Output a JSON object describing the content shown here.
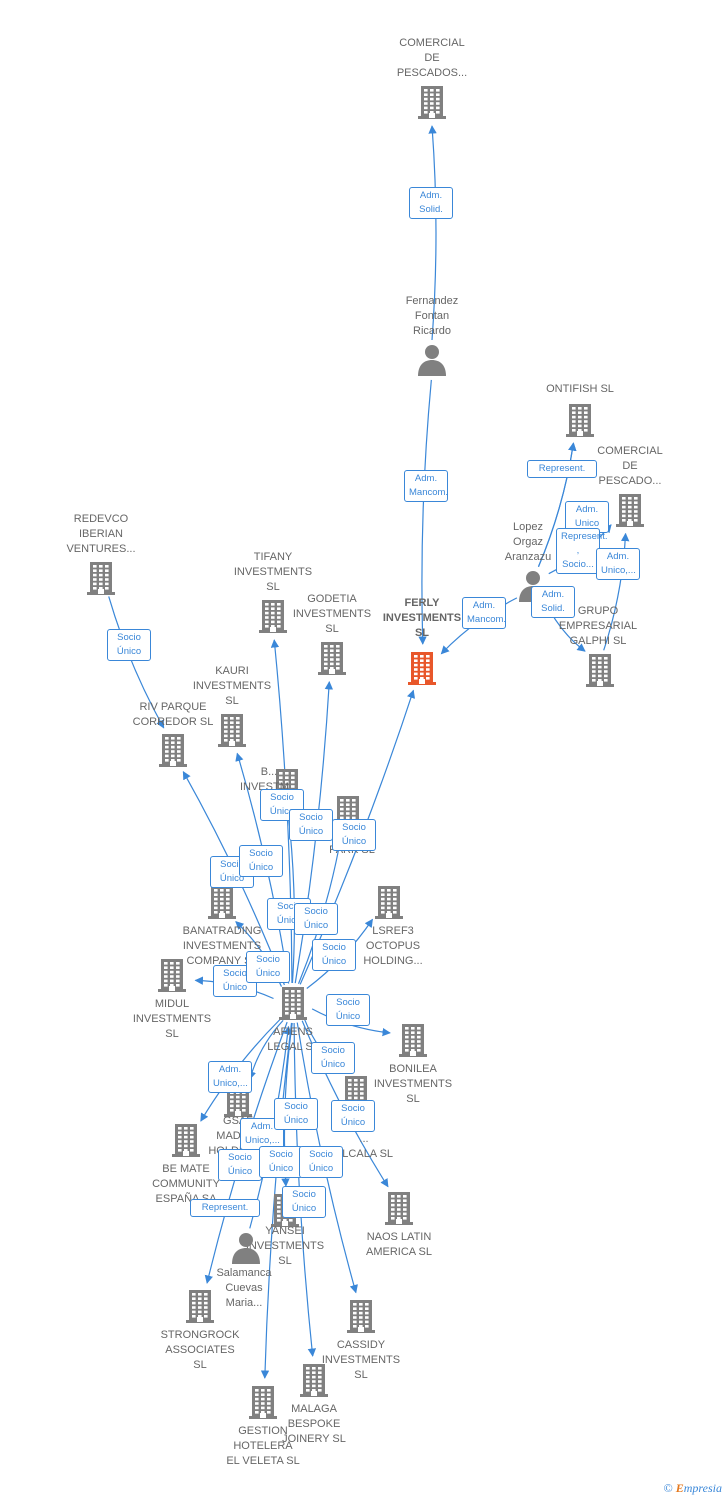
{
  "nodes": [
    {
      "id": "comercial_top",
      "label": "COMERCIAL\nDE\nPESCADOS...",
      "type": "company"
    },
    {
      "id": "fernandez",
      "label": "Fernandez\nFontan\nRicardo",
      "type": "person"
    },
    {
      "id": "ferly",
      "label": "FERLY\nINVESTMENTS\nSL",
      "type": "company",
      "focus": true
    },
    {
      "id": "ontifish",
      "label": "ONTIFISH SL",
      "type": "company"
    },
    {
      "id": "comercial_right",
      "label": "COMERCIAL\nDE\nPESCADO...",
      "type": "company"
    },
    {
      "id": "lopez",
      "label": "Lopez\nOrgaz\nAranzazu",
      "type": "person"
    },
    {
      "id": "grupo",
      "label": "GRUPO\nEMPRESARIAL\nGALPHI SL",
      "type": "company"
    },
    {
      "id": "redevco",
      "label": "REDEVCO\nIBERIAN\nVENTURES...",
      "type": "company"
    },
    {
      "id": "riv",
      "label": "RIV PARQUE\nCORREDOR SL",
      "type": "company"
    },
    {
      "id": "tifany",
      "label": "TIFANY\nINVESTMENTS\nSL",
      "type": "company"
    },
    {
      "id": "godetia",
      "label": "GODETIA\nINVESTMENTS\nSL",
      "type": "company"
    },
    {
      "id": "kauri",
      "label": "KAURI\nINVESTMENTS\nSL",
      "type": "company"
    },
    {
      "id": "b_invest",
      "label": "B...\nINVESTM...\nSL",
      "type": "company"
    },
    {
      "id": "park",
      "label": "...\nPARK SL",
      "type": "company"
    },
    {
      "id": "banatrading",
      "label": "BANATRADING\nINVESTMENTS\nCOMPANY SL",
      "type": "company"
    },
    {
      "id": "lsref3",
      "label": "LSREF3\nOCTOPUS\nHOLDING...",
      "type": "company"
    },
    {
      "id": "midul",
      "label": "MIDUL\nINVESTMENTS\nSL",
      "type": "company"
    },
    {
      "id": "afiens",
      "label": "AFIENS\nLEGAL SL",
      "type": "company"
    },
    {
      "id": "bonilea",
      "label": "BONILEA\nINVESTMENTS\nSL",
      "type": "company"
    },
    {
      "id": "gsaf",
      "label": "GSAF\nMADRID\nHOLDING...",
      "type": "company"
    },
    {
      "id": "alcala",
      "label": "...\nALCALA SL",
      "type": "company"
    },
    {
      "id": "bemate",
      "label": "BE MATE\nCOMMUNITY\nESPAÑA SA",
      "type": "company"
    },
    {
      "id": "naos",
      "label": "NAOS LATIN\nAMERICA SL",
      "type": "company"
    },
    {
      "id": "yansei",
      "label": "YANSEI\nINVESTMENTS\nSL",
      "type": "company"
    },
    {
      "id": "salamanca",
      "label": "Salamanca\nCuevas\nMaria...",
      "type": "person"
    },
    {
      "id": "strongrock",
      "label": "STRONGROCK\nASSOCIATES\nSL",
      "type": "company"
    },
    {
      "id": "cassidy",
      "label": "CASSIDY\nINVESTMENTS\nSL",
      "type": "company"
    },
    {
      "id": "malaga",
      "label": "MALAGA\nBESPOKE\nJOINERY SL",
      "type": "company"
    },
    {
      "id": "gestion",
      "label": "GESTION\nHOTELERA\nEL VELETA SL",
      "type": "company"
    }
  ],
  "edges": [
    {
      "from": "fernandez",
      "to": "comercial_top",
      "label": "Adm.\nSolid."
    },
    {
      "from": "fernandez",
      "to": "ferly",
      "label": "Adm.\nMancom."
    },
    {
      "from": "lopez",
      "to": "ferly",
      "label": "Adm.\nMancom."
    },
    {
      "from": "lopez",
      "to": "ontifish",
      "label": "Represent."
    },
    {
      "from": "lopez",
      "to": "ontifish",
      "label": "Adm.\nUnico"
    },
    {
      "from": "lopez",
      "to": "comercial_right",
      "label": "Represent.\n, Socio..."
    },
    {
      "from": "grupo",
      "to": "comercial_right",
      "label": "Adm.\nUnico,..."
    },
    {
      "from": "lopez",
      "to": "grupo",
      "label": "Adm.\nSolid."
    },
    {
      "from": "redevco",
      "to": "riv",
      "label": "Socio\nÚnico"
    },
    {
      "from": "afiens",
      "to": "tifany",
      "label": "Socio\nÚnico"
    },
    {
      "from": "afiens",
      "to": "godetia",
      "label": "Socio\nÚnico"
    },
    {
      "from": "afiens",
      "to": "ferly",
      "label": "Socio\nÚnico"
    },
    {
      "from": "afiens",
      "to": "kauri",
      "label": "Socio\nÚnico"
    },
    {
      "from": "afiens",
      "to": "riv",
      "label": "Socio\nÚnico"
    },
    {
      "from": "afiens",
      "to": "b_invest",
      "label": "Socio\nÚnico"
    },
    {
      "from": "afiens",
      "to": "park",
      "label": "Socio\nÚnico"
    },
    {
      "from": "afiens",
      "to": "banatrading",
      "label": "Socio\nÚnico"
    },
    {
      "from": "afiens",
      "to": "lsref3",
      "label": "Socio\nÚnico"
    },
    {
      "from": "afiens",
      "to": "midul",
      "label": "Socio\nÚnico"
    },
    {
      "from": "afiens",
      "to": "bonilea",
      "label": "Socio\nÚnico"
    },
    {
      "from": "afiens",
      "to": "alcala",
      "label": "Socio\nÚnico"
    },
    {
      "from": "afiens",
      "to": "naos",
      "label": "Socio\nÚnico"
    },
    {
      "from": "afiens",
      "to": "gsaf",
      "label": "Adm.\nUnico,..."
    },
    {
      "from": "afiens",
      "to": "bemate",
      "label": "Adm.\nUnico,..."
    },
    {
      "from": "afiens",
      "to": "yansei",
      "label": "Socio\nÚnico"
    },
    {
      "from": "afiens",
      "to": "strongrock",
      "label": "Socio\nÚnico"
    },
    {
      "from": "afiens",
      "to": "cassidy",
      "label": "Socio\nÚnico"
    },
    {
      "from": "afiens",
      "to": "malaga",
      "label": "Socio\nÚnico"
    },
    {
      "from": "afiens",
      "to": "gestion",
      "label": "Socio\nÚnico"
    },
    {
      "from": "salamanca",
      "to": "afiens",
      "label": "Represent."
    }
  ],
  "colors": {
    "edge": "#3a87d8",
    "icon": "#808080",
    "focus": "#e8572a",
    "label": "#666666"
  },
  "brand": {
    "symbol": "©",
    "name": "Empresia",
    "initial": "E",
    "rest": "mpresia"
  }
}
